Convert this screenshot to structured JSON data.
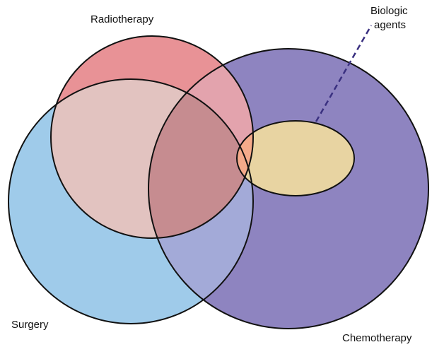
{
  "diagram": {
    "labels": {
      "radiotherapy": "Radiotherapy",
      "surgery": "Surgery",
      "chemotherapy": "Chemotherapy",
      "biologic_line1": "Biologic",
      "biologic_line2": "agents"
    },
    "colors": {
      "outline": "#111111",
      "chemotherapy": "#8e84c0",
      "radiotherapy": "#e89296",
      "surgery": "#9fcbea",
      "biologic_agents": "#e8d4a2",
      "radio_chemo": "#e3a3ad",
      "surgery_radio": "#e2c3c0",
      "surgery_chemo": "#a3aad8",
      "all_three": "#c68c90",
      "radio_biologic": "#f4aa8a",
      "leader_line": "#3a3080"
    }
  }
}
